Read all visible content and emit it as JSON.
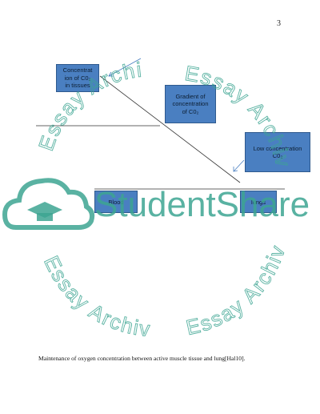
{
  "page": {
    "number": "3"
  },
  "diagram": {
    "boxes": {
      "co2_in_tissues": "Concentrat\nion of C0₂\nin tissues",
      "gradient": "Gradient of\nconcentration\nof C0₂",
      "low_co2": "Low concentration\nC0₂",
      "blood": "Blood",
      "lungs": "lungs"
    }
  },
  "caption": "Maintenance of oxygen concentration between active muscle tissue and lung[Hal10].",
  "watermark": {
    "logo_text": "StudentShare",
    "ring_text_top_left": "Essay Archive",
    "ring_text_top_right": "Essay Archive",
    "ring_text_bottom_left": "Essay Archive",
    "ring_text_bottom_right": "Essay Archive"
  },
  "colors": {
    "box_fill": "#4a7fc1",
    "watermark": "#3da592"
  }
}
